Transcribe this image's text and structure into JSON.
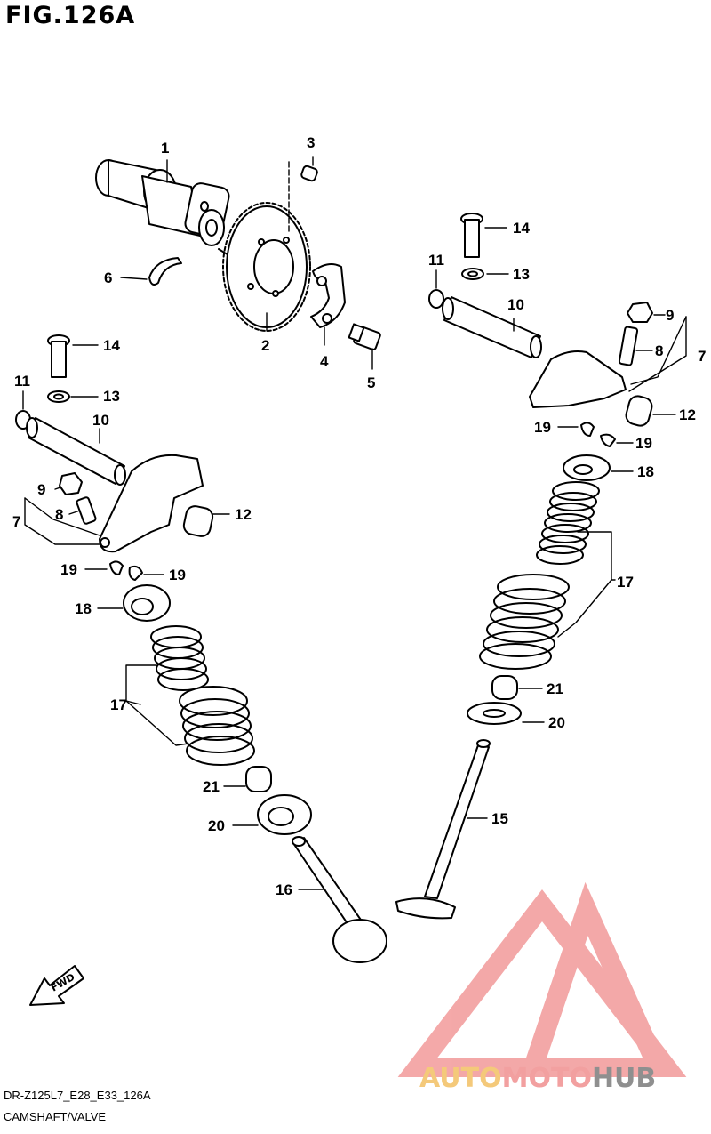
{
  "figure": {
    "title": "FIG.126A",
    "model_code": "DR-Z125L7_E28_E33_126A",
    "caption": "CAMSHAFT/VALVE"
  },
  "forward_marker": "FWD",
  "watermark": {
    "part1": "AUTO",
    "part2": "MOTO",
    "part3": "HUB",
    "colors": {
      "auto": "#f4c97a",
      "moto": "#f2a0a0",
      "hub": "#8f8f8f",
      "logo": "#f29a9a"
    }
  },
  "callouts": [
    {
      "id": "c1",
      "text": "1"
    },
    {
      "id": "c2",
      "text": "2"
    },
    {
      "id": "c3",
      "text": "3"
    },
    {
      "id": "c4",
      "text": "4"
    },
    {
      "id": "c5",
      "text": "5"
    },
    {
      "id": "c6",
      "text": "6"
    },
    {
      "id": "c14a",
      "text": "14"
    },
    {
      "id": "c13a",
      "text": "13"
    },
    {
      "id": "c11a",
      "text": "11"
    },
    {
      "id": "c10a",
      "text": "10"
    },
    {
      "id": "c9a",
      "text": "9"
    },
    {
      "id": "c8a",
      "text": "8"
    },
    {
      "id": "c7a",
      "text": "7"
    },
    {
      "id": "c12a",
      "text": "12"
    },
    {
      "id": "c19a",
      "text": "19"
    },
    {
      "id": "c19b",
      "text": "19"
    },
    {
      "id": "c18a",
      "text": "18"
    },
    {
      "id": "c17a",
      "text": "17"
    },
    {
      "id": "c21a",
      "text": "21"
    },
    {
      "id": "c20a",
      "text": "20"
    },
    {
      "id": "c16",
      "text": "16"
    },
    {
      "id": "c14b",
      "text": "14"
    },
    {
      "id": "c13b",
      "text": "13"
    },
    {
      "id": "c11b",
      "text": "11"
    },
    {
      "id": "c10b",
      "text": "10"
    },
    {
      "id": "c9b",
      "text": "9"
    },
    {
      "id": "c8b",
      "text": "8"
    },
    {
      "id": "c7b",
      "text": "7"
    },
    {
      "id": "c12b",
      "text": "12"
    },
    {
      "id": "c19c",
      "text": "19"
    },
    {
      "id": "c19d",
      "text": "19"
    },
    {
      "id": "c18b",
      "text": "18"
    },
    {
      "id": "c17b",
      "text": "17"
    },
    {
      "id": "c21b",
      "text": "21"
    },
    {
      "id": "c20b",
      "text": "20"
    },
    {
      "id": "c15",
      "text": "15"
    }
  ]
}
